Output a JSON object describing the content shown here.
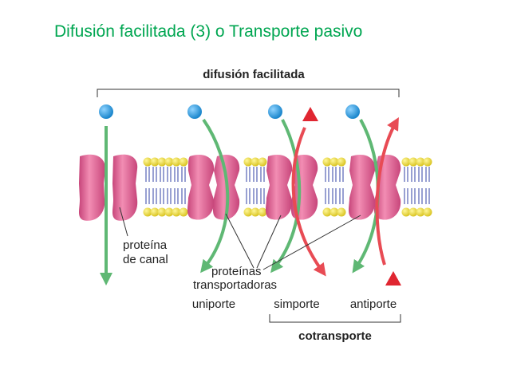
{
  "slide": {
    "title": "Difusión facilitada (3) o Transporte pasivo"
  },
  "diagram": {
    "header_label": "difusión facilitada",
    "channel_protein_label": [
      "proteína",
      "de canal"
    ],
    "carrier_proteins_label": [
      "proteínas",
      "transportadoras"
    ],
    "mechanisms": [
      "uniporte",
      "simporte",
      "antiporte"
    ],
    "cotransport_label": "cotransporte",
    "colors": {
      "protein": "#e8749e",
      "protein_dark": "#c7457a",
      "head": "#f2e03a",
      "tail": "#7e89c6",
      "green_arrow": "#5fb874",
      "red_arrow": "#e84b54",
      "molecule_blue": "#2a9ee0",
      "molecule_red": "#e02631",
      "title_green": "#00a651"
    }
  }
}
